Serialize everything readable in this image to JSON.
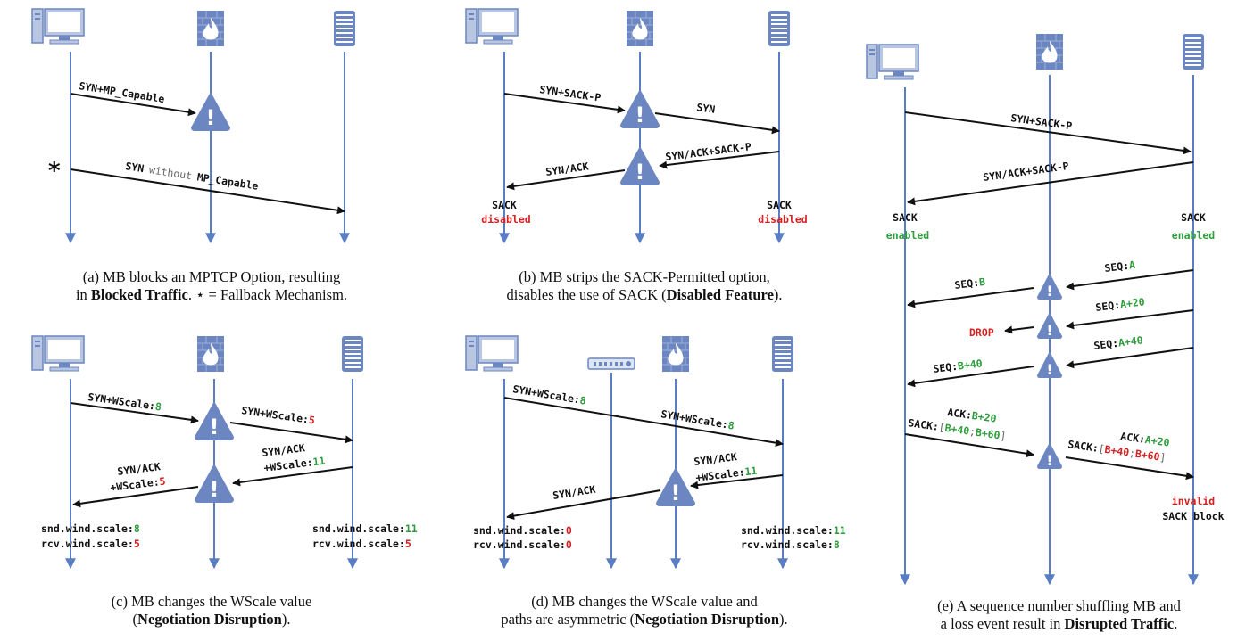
{
  "diagrams": {
    "a": {
      "msg1": "SYN+MP_Capable",
      "star": "*",
      "msg2_a": "SYN",
      "msg2_b": "without",
      "msg2_c": "MP_Capable"
    },
    "b": {
      "msg1": "SYN+SACK-P",
      "msg2": "SYN",
      "msg3": "SYN/ACK+SACK-P",
      "msg4": "SYN/ACK",
      "left_status_1": "SACK",
      "left_status_2": "disabled",
      "right_status_1": "SACK",
      "right_status_2": "disabled"
    },
    "c": {
      "msg1_a": "SYN+WScale:",
      "msg1_b": "8",
      "msg2_a": "SYN+WScale:",
      "msg2_b": "5",
      "msg3_l1": "SYN/ACK",
      "msg3_l2a": "+WScale:",
      "msg3_l2b": "11",
      "msg4_l1": "SYN/ACK",
      "msg4_l2a": "+WScale:",
      "msg4_l2b": "5",
      "left_snd_a": "snd.wind.scale:",
      "left_snd_b": "8",
      "left_rcv_a": "rcv.wind.scale:",
      "left_rcv_b": "5",
      "right_snd_a": "snd.wind.scale:",
      "right_snd_b": "11",
      "right_rcv_a": "rcv.wind.scale:",
      "right_rcv_b": "5"
    },
    "d": {
      "msg1_a": "SYN+WScale:",
      "msg1_b": "8",
      "msg2_a": "SYN+WScale:",
      "msg2_b": "8",
      "msg3_l1": "SYN/ACK",
      "msg3_l2a": "+WScale:",
      "msg3_l2b": "11",
      "msg4": "SYN/ACK",
      "left_snd_a": "snd.wind.scale:",
      "left_snd_b": "0",
      "left_rcv_a": "rcv.wind.scale:",
      "left_rcv_b": "0",
      "right_snd_a": "snd.wind.scale:",
      "right_snd_b": "11",
      "right_rcv_a": "rcv.wind.scale:",
      "right_rcv_b": "8"
    },
    "e": {
      "msg1": "SYN+SACK-P",
      "msg2": "SYN/ACK+SACK-P",
      "left_status_1": "SACK",
      "left_status_2": "enabled",
      "right_status_1": "SACK",
      "right_status_2": "enabled",
      "seq_a_1": "SEQ:",
      "seq_a_2": "A",
      "seq_b_1": "SEQ:",
      "seq_b_2": "B",
      "seq_a20_1": "SEQ:",
      "seq_a20_2": "A+20",
      "drop": "DROP",
      "seq_a40_1": "SEQ:",
      "seq_a40_2": "A+40",
      "seq_b40_1": "SEQ:",
      "seq_b40_2": "B+40",
      "ack_l_1": "ACK:",
      "ack_l_2": "B+20",
      "sack_l_1": "SACK:",
      "sack_l_2": "[",
      "sack_l_3": "B+40",
      "sack_l_4": ";",
      "sack_l_5": "B+60",
      "sack_l_6": "]",
      "ack_r_1": "ACK:",
      "ack_r_2": "A+20",
      "sack_r_1": "SACK:",
      "sack_r_2": "[",
      "sack_r_3": "B+40",
      "sack_r_4": ";",
      "sack_r_5": "B+60",
      "sack_r_6": "]",
      "invalid_1": "invalid",
      "invalid_2": "SACK block"
    }
  },
  "captions": {
    "a_line1": "(a) MB blocks an MPTCP Option, resulting",
    "a_line2_pre": "in ",
    "a_line2_bold": "Blocked Traffic",
    "a_line2_post": ". ⋆ = Fallback Mechanism.",
    "b_line1": "(b) MB strips the SACK-Permitted option,",
    "b_line2_pre": "disables the use of SACK (",
    "b_line2_bold": "Disabled Feature",
    "b_line2_post": ").",
    "c_line1": "(c) MB changes the WScale value",
    "c_line2_pre": "(",
    "c_line2_bold": "Negotiation Disruption",
    "c_line2_post": ").",
    "d_line1": "(d) MB changes the WScale value and",
    "d_line2_pre": "paths are asymmetric (",
    "d_line2_bold": "Negotiation Disruption",
    "d_line2_post": ").",
    "e_line1": "(e) A sequence number shuffling MB and",
    "e_line2_pre": "a loss event result in ",
    "e_line2_bold": "Disrupted Traffic",
    "e_line2_post": "."
  },
  "colors": {
    "icon_blue": "#6b86c1",
    "icon_light": "#b9c6e2",
    "timeline_blue": "#5a7ec4",
    "green": "#2e9c3c",
    "red": "#d42020"
  }
}
